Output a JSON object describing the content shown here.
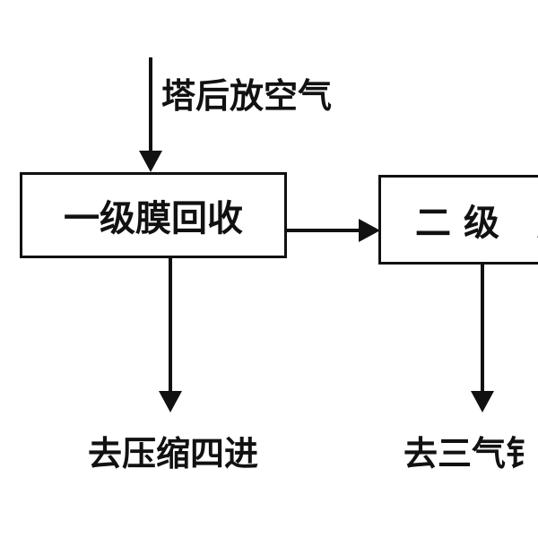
{
  "diagram": {
    "input_label": "塔后放空气",
    "stage1_label": "一级膜回收",
    "stage2_label": "二级 膜",
    "output1_label": "去压缩四进",
    "output2_label": "去三气钅"
  },
  "colors": {
    "line": "#111111",
    "background": "#ffffff"
  }
}
